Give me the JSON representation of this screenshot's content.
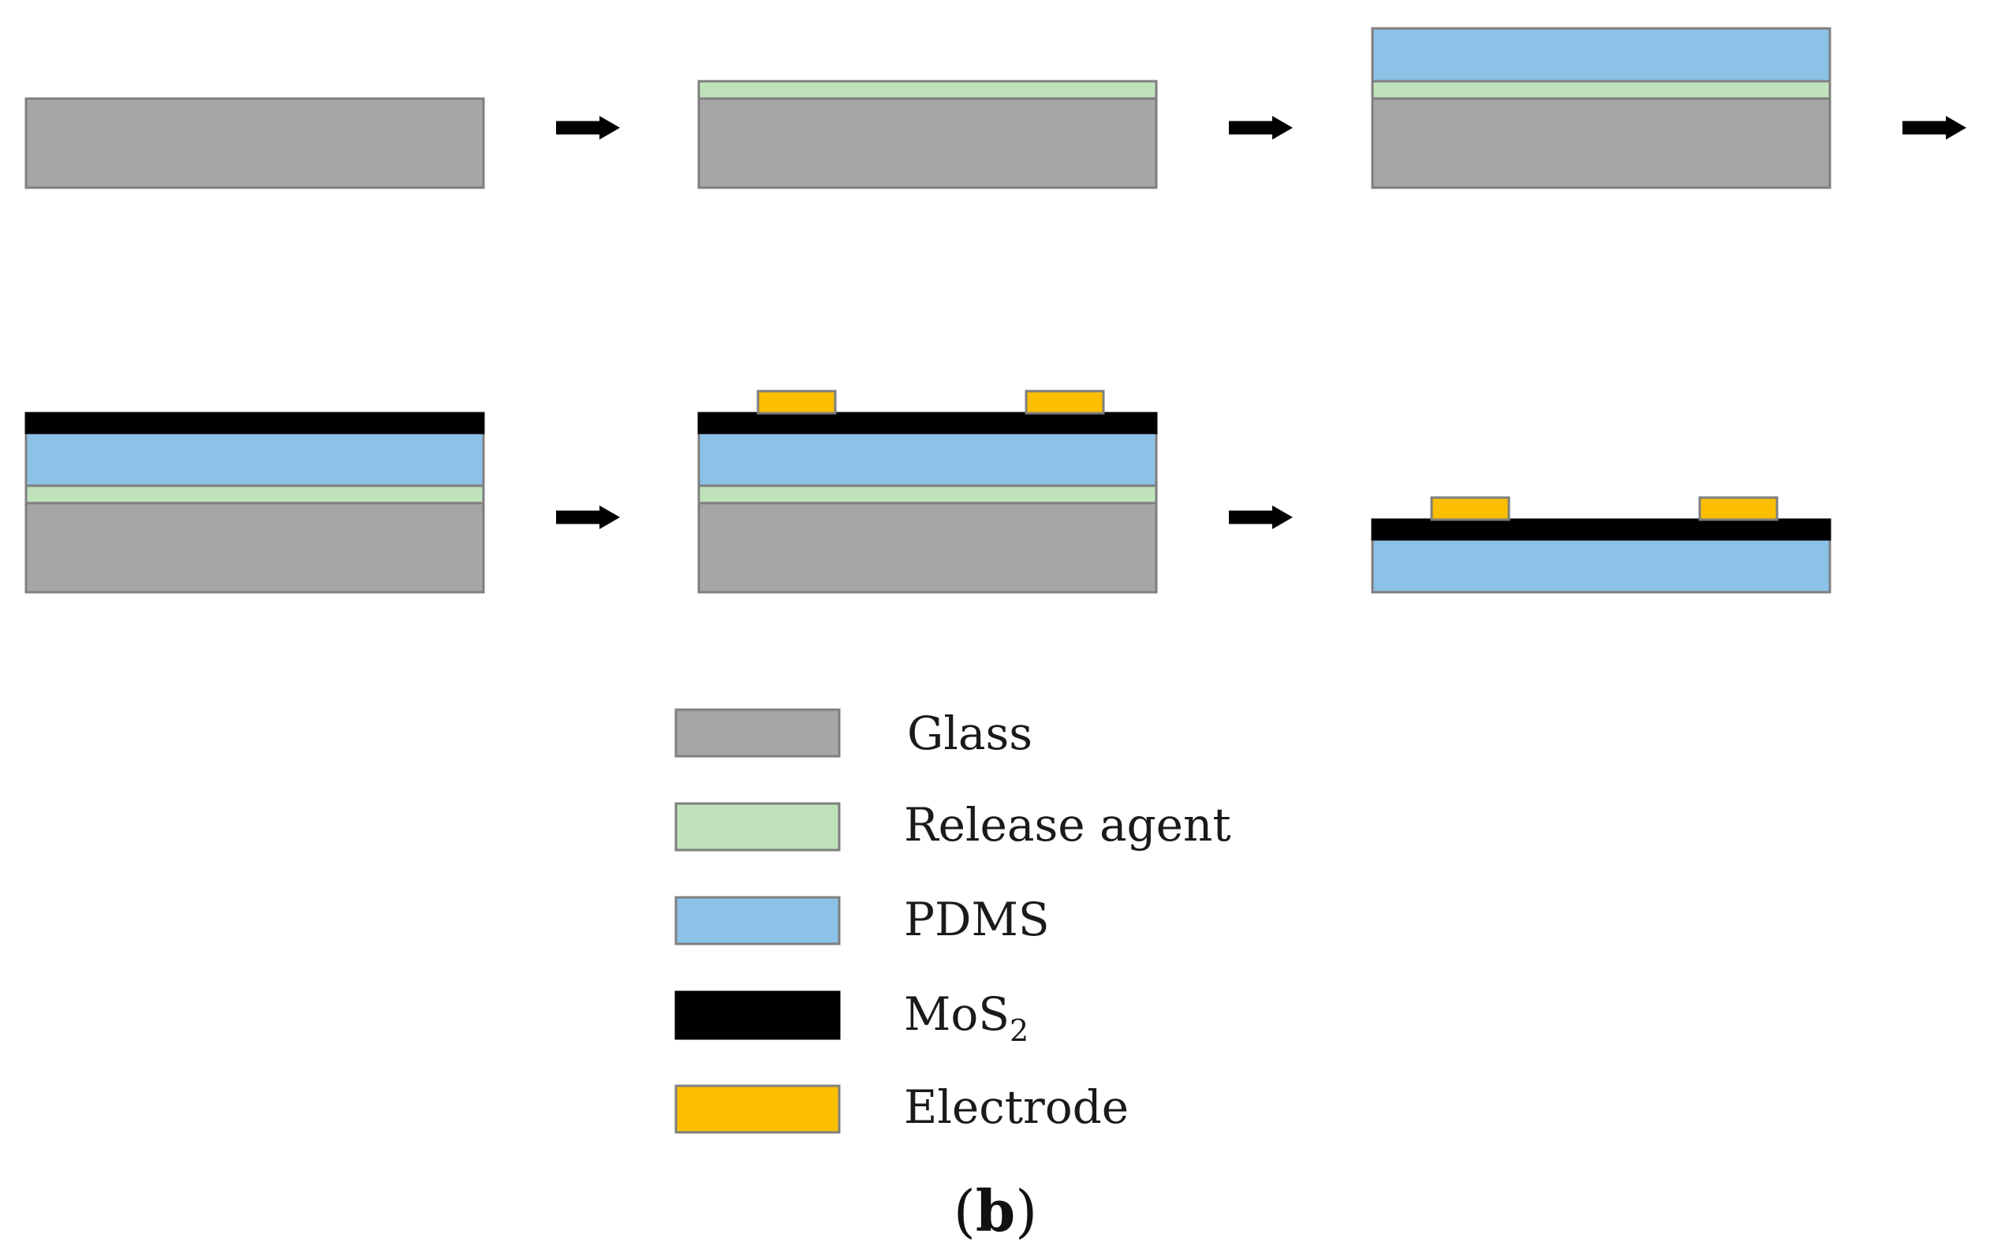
{
  "colors": {
    "glass": "#a6a6a6",
    "release_agent": "#bfe2bb",
    "pdms": "#8dc2e8",
    "mos2": "#000000",
    "electrode": "#fbbf00",
    "outline": "#7f7f7f",
    "arrow": "#000000"
  },
  "steps": [
    {
      "layers": [
        "glass"
      ],
      "electrodes": false
    },
    {
      "layers": [
        "glass",
        "release_agent"
      ],
      "electrodes": false
    },
    {
      "layers": [
        "glass",
        "release_agent",
        "pdms"
      ],
      "electrodes": false
    },
    {
      "layers": [
        "glass",
        "release_agent",
        "pdms",
        "mos2"
      ],
      "electrodes": false
    },
    {
      "layers": [
        "glass",
        "release_agent",
        "pdms",
        "mos2"
      ],
      "electrodes": true
    },
    {
      "layers": [
        "pdms",
        "mos2"
      ],
      "electrodes": true
    }
  ],
  "legend": [
    {
      "key": "glass",
      "label": "Glass"
    },
    {
      "key": "release_agent",
      "label": "Release agent"
    },
    {
      "key": "pdms",
      "label": "PDMS"
    },
    {
      "key": "mos2",
      "label": "MoS",
      "subscript": "2"
    },
    {
      "key": "electrode",
      "label": "Electrode"
    }
  ],
  "figure_label": {
    "open": "(",
    "letter": "b",
    "close": ")"
  }
}
